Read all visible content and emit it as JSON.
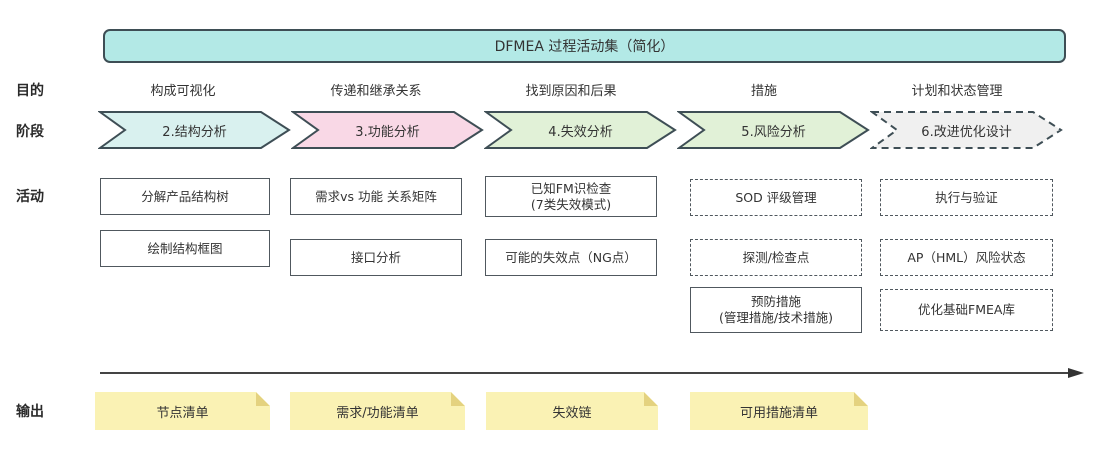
{
  "banner": {
    "title": "DFMEA 过程活动集（简化）"
  },
  "row_labels": {
    "purpose": "目的",
    "phase": "阶段",
    "activity": "活动",
    "output": "输出"
  },
  "colors": {
    "banner_fill": "#b3e9e6",
    "border_dark": "#3e4e55",
    "box_border": "#50585e",
    "note_fill": "#faf2b4",
    "note_fold": "#e4d27f",
    "phase_cyan": "#d9f1ef",
    "phase_pink": "#f9d8e6",
    "phase_green": "#e1f1d7",
    "phase_gray": "#f0f0f0"
  },
  "columns": [
    {
      "purpose": "构成可视化",
      "phase": {
        "label": "2.结构分析",
        "fill": "#d9f1ef"
      },
      "activities": [
        {
          "label": "分解产品结构树"
        },
        {
          "label": "绘制结构框图"
        }
      ],
      "output": "节点清单"
    },
    {
      "purpose": "传递和继承关系",
      "phase": {
        "label": "3.功能分析",
        "fill": "#f9d8e6"
      },
      "activities": [
        {
          "label": "需求vs 功能 关系矩阵"
        },
        {
          "label": "接口分析"
        }
      ],
      "output": "需求/功能清单"
    },
    {
      "purpose": "找到原因和后果",
      "phase": {
        "label": "4.失效分析",
        "fill": "#e1f1d7"
      },
      "activities": [
        {
          "label": "已知FM识检查",
          "label2": "(7类失效模式)"
        },
        {
          "label": "可能的失效点（NG点）"
        }
      ],
      "output": "失效链"
    },
    {
      "purpose": "措施",
      "phase": {
        "label": "5.风险分析",
        "fill": "#e1f1d7"
      },
      "activities": [
        {
          "label": "SOD 评级管理"
        },
        {
          "label": "探测/检查点"
        },
        {
          "label": "预防措施",
          "label2": "(管理措施/技术措施)"
        }
      ],
      "output": "可用措施清单"
    },
    {
      "purpose": "计划和状态管理",
      "phase": {
        "label": "6.改进优化设计",
        "fill": "#f0f0f0"
      },
      "activities": [
        {
          "label": "执行与验证"
        },
        {
          "label": "AP（HML）风险状态"
        },
        {
          "label": "优化基础FMEA库"
        }
      ]
    }
  ]
}
